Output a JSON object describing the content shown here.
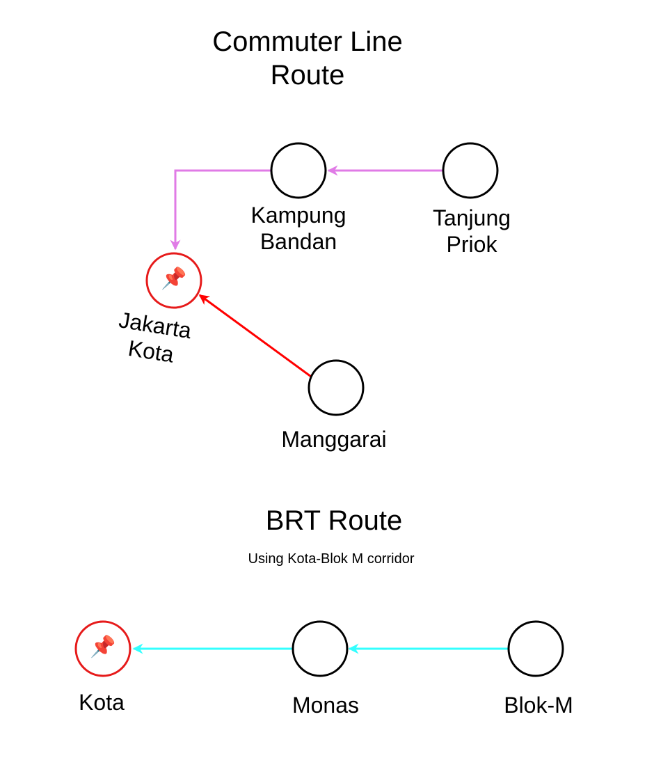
{
  "commuter": {
    "title": "Commuter Line\nRoute",
    "line_colors": {
      "branch": "#e07be6",
      "main": "#ff0000"
    },
    "stations": {
      "jakarta_kota": "Jakarta\nKota",
      "kampung_bandan": "Kampung\nBandan",
      "tanjung_priok": "Tanjung\nPriok",
      "manggarai": "Manggarai"
    }
  },
  "brt": {
    "title": "BRT Route",
    "subtitle": "Using Kota-Blok M corridor",
    "line_color": "#33ffff",
    "stations": {
      "kota": "Kota",
      "monas": "Monas",
      "blok_m": "Blok-M"
    }
  },
  "destination_marker": {
    "icon": "pushpin-icon",
    "glyph": "📌",
    "ring_color": "#e61a1a"
  }
}
